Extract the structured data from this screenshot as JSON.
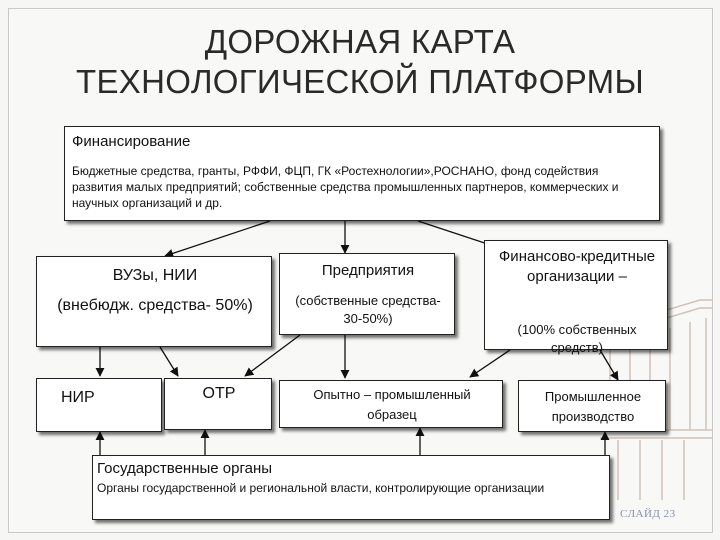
{
  "title": {
    "line1": "ДОРОЖНАЯ КАРТА",
    "line2": "ТЕХНОЛОГИЧЕСКОЙ ПЛАТФОРМЫ"
  },
  "financing": {
    "heading": "Финансирование",
    "text": "Бюджетные средства, гранты, РФФИ, ФЦП, ГК «Ростехнологии»,РОСНАНО, фонд содействия развития малых предприятий; собственные средства промышленных партнеров, коммерческих и научных организаций и др."
  },
  "vuz": {
    "heading": "ВУЗы, НИИ",
    "note": "(внебюдж. средства- 50%)"
  },
  "enterprises": {
    "heading": "Предприятия",
    "note": "(собственные средства- 30-50%)"
  },
  "credit": {
    "heading": "Финансово-кредитные организации –",
    "note": "(100% собственных средств)"
  },
  "nir": {
    "label": "НИР"
  },
  "otr": {
    "label": "ОТР"
  },
  "prototype": {
    "label": "Опытно – промышленный образец"
  },
  "production": {
    "label": "Промышленное производство"
  },
  "government": {
    "heading": "Государственные органы",
    "text": "Органы государственной и региональной власти, контролирующие организации"
  },
  "slide_number": "СЛАЙД 23"
}
